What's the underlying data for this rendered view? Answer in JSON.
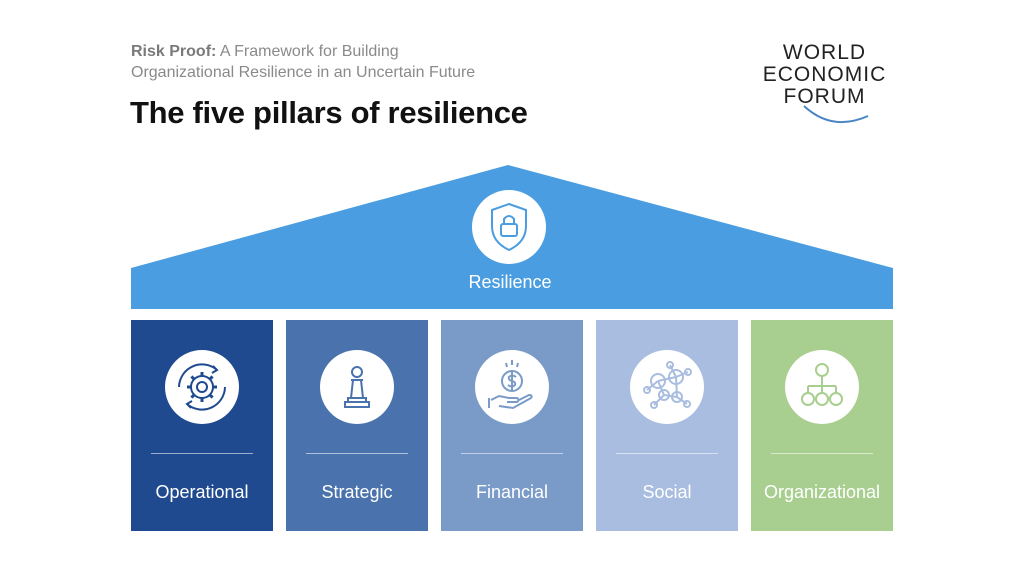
{
  "header": {
    "subtitle_bold": "Risk Proof:",
    "subtitle_rest": "A Framework for Building",
    "subtitle_line2": "Organizational Resilience in an Uncertain Future",
    "title": "The five pillars of resilience"
  },
  "logo": {
    "line1": "WORLD",
    "line2": "ECONOMIC",
    "line3": "FORUM",
    "arc_color": "#4a86c5"
  },
  "roof": {
    "label": "Resilience",
    "icon": "shield-lock-icon",
    "color": "#4a9de0"
  },
  "pillars": [
    {
      "label": "Operational",
      "icon": "gear-cycle-icon",
      "color": "#1f4a8f"
    },
    {
      "label": "Strategic",
      "icon": "chess-pawn-icon",
      "color": "#4a72ad"
    },
    {
      "label": "Financial",
      "icon": "hand-coin-icon",
      "color": "#7a9ac8"
    },
    {
      "label": "Social",
      "icon": "people-network-icon",
      "color": "#a9bde0"
    },
    {
      "label": "Organizational",
      "icon": "org-chart-icon",
      "color": "#a8cf8f"
    }
  ]
}
